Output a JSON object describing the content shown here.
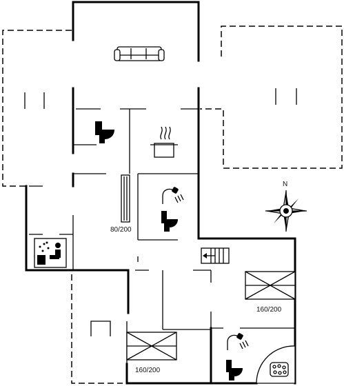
{
  "plan": {
    "bed_labels": {
      "bunk": "80/200",
      "double_right": "160/200",
      "double_bottom": "160/200"
    },
    "compass": {
      "north": "N"
    }
  }
}
